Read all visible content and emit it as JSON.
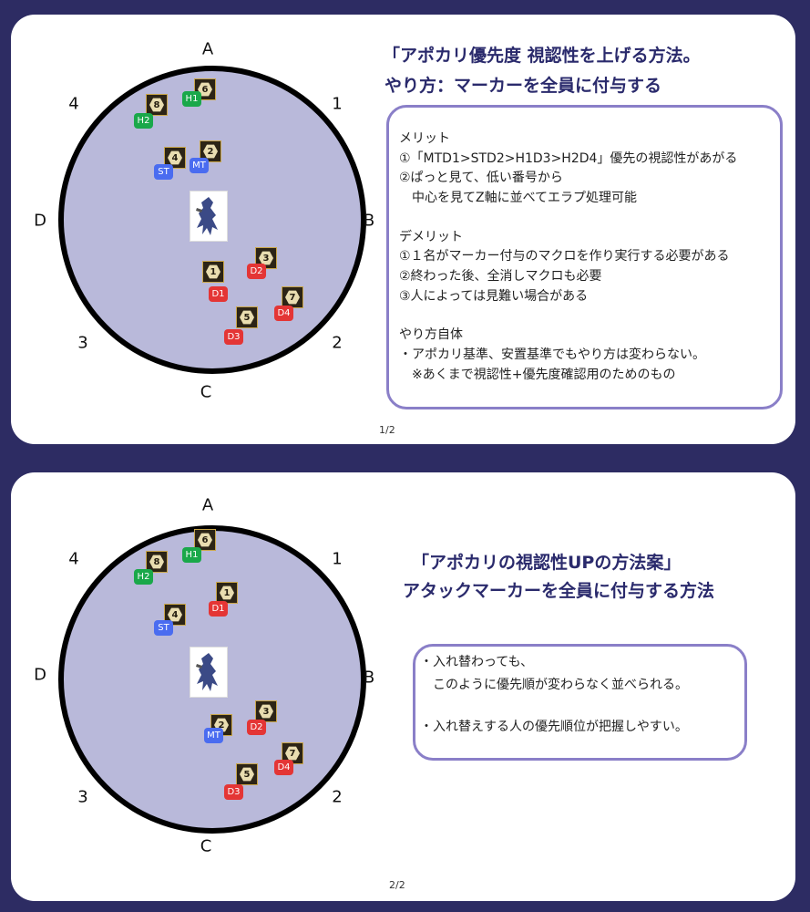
{
  "slides": [
    {
      "title_line1": "「アポカリ優先度 視認性を上げる方法。",
      "title_line2": "やり方：マーカーを全員に付与する",
      "box_lines": [
        "メリット",
        "①「MTD1>STD2>H1D3>H2D4」優先の視認性があがる",
        "②ぱっと見て、低い番号から",
        "　中心を見てZ軸に並べてエラプ処理可能",
        "",
        "デメリット",
        "①１名がマーカー付与のマクロを作り実行する必要がある",
        "②終わった後、全消しマクロも必要",
        "③人によっては見難い場合がある",
        "",
        "やり方自体",
        "・アポカリ基準、安置基準でもやり方は変わらない。",
        "　※あくまで視認性+優先度確認用のためのもの"
      ],
      "page_num": "1/2"
    },
    {
      "title_line1": "「アポカリの視認性UPの方法案」",
      "title_line2": "アタックマーカーを全員に付与する方法",
      "box_lines": [
        "・入れ替わっても、",
        "　このように優先順が変わらなく並べられる。",
        "",
        "・入れ替えする人の優先順位が把握しやすい。"
      ],
      "page_num": "2/2"
    }
  ],
  "arena_labels": {
    "north": "A",
    "east": "B",
    "south": "C",
    "west": "D",
    "ne": "1",
    "se": "2",
    "sw": "3",
    "nw": "4"
  },
  "roles": {
    "H1": "H1",
    "H2": "H2",
    "ST": "ST",
    "MT": "MT",
    "D1": "D1",
    "D2": "D2",
    "D3": "D3",
    "D4": "D4"
  },
  "markers": {
    "m1": "1",
    "m2": "2",
    "m3": "3",
    "m4": "4",
    "m5": "5",
    "m6": "6",
    "m7": "7",
    "m8": "8"
  },
  "colors": {
    "tank": "#4a6cf0",
    "healer": "#1aa84a",
    "dps": "#e43535",
    "arena_fill": "#b9b9da",
    "frame": "#2d2c63",
    "title": "#2a2a6c",
    "box_border": "#8a7fc8"
  }
}
